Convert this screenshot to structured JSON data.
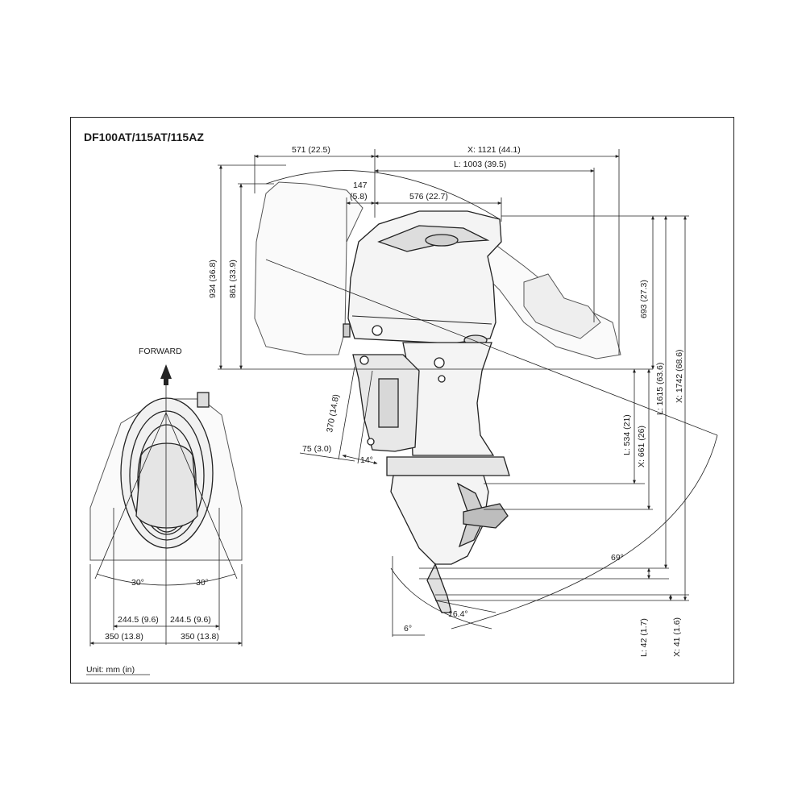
{
  "title": "DF100AT/115AT/115AZ",
  "unit_note": "Unit: mm (in)",
  "forward_label": "FORWARD",
  "colors": {
    "line": "#222222",
    "thin": "#444444",
    "fill": "#f4f4f4",
    "background": "#ffffff"
  },
  "dimensions": {
    "top_571": "571 (22.5)",
    "top_x1121": "X: 1121 (44.1)",
    "top_l1003": "L: 1003 (39.5)",
    "d147": "147",
    "d147_in": "(5.8)",
    "d576": "576 (22.7)",
    "h934": "934 (36.8)",
    "h861": "861 (33.9)",
    "h693": "693 (27.3)",
    "v_l1615": "L: 1615 (63.6)",
    "v_x1742": "X: 1742 (68.6)",
    "v_l534": "L: 534 (21)",
    "v_x661": "X: 661 (26)",
    "d370": "370 (14.8)",
    "d75": "75 (3.0)",
    "a14": "14°",
    "a69": "69°",
    "a16_4": "16.4°",
    "a6": "6°",
    "l42": "L: 42 (1.7)",
    "x41": "X: 41 (1.6)",
    "steer_left": "30°",
    "steer_right": "30°",
    "w244_left": "244.5 (9.6)",
    "w244_right": "244.5 (9.6)",
    "w350_left": "350 (13.8)",
    "w350_right": "350 (13.8)"
  }
}
